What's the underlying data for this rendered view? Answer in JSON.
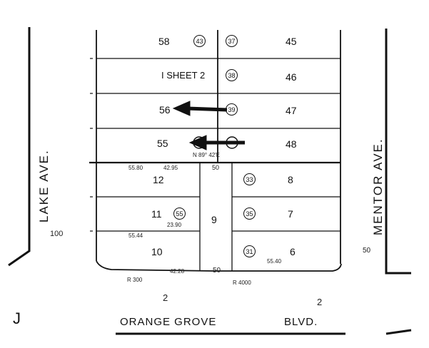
{
  "streets": {
    "lake_ave": "LAKE AVE.",
    "mentor_ave": "MENTOR AVE.",
    "orange_grove_blvd": "ORANGE GROVE",
    "orange_grove_suffix": "BLVD."
  },
  "sheet_note": "I SHEET 2",
  "lots_west": [
    {
      "lot": "58",
      "parcel": "43"
    },
    {
      "lot": "",
      "parcel": ""
    },
    {
      "lot": "56",
      "parcel": ""
    },
    {
      "lot": "55",
      "parcel": ""
    },
    {
      "lot": "12",
      "parcel": ""
    },
    {
      "lot": "11",
      "parcel": "55"
    },
    {
      "lot": "10",
      "parcel": ""
    }
  ],
  "lots_east": [
    {
      "lot": "45",
      "parcel": "37"
    },
    {
      "lot": "46",
      "parcel": "38"
    },
    {
      "lot": "47",
      "parcel": "39"
    },
    {
      "lot": "48",
      "parcel": ""
    },
    {
      "lot": "8",
      "parcel": "33"
    },
    {
      "lot": "7",
      "parcel": "35"
    },
    {
      "lot": "6",
      "parcel": "31"
    }
  ],
  "center_lot": "9",
  "edge_labels": {
    "left_100": "100",
    "right_50": "50",
    "bottom_50": "50",
    "bottom_top_50": "50",
    "bottom_2_left": "2",
    "bottom_2_right": "2"
  },
  "dimensions": {
    "d_5580": "55.80",
    "d_4295": "42.95",
    "d_5644": "55.44",
    "d_4228": "42.28",
    "d_5540": "55.40",
    "d_2390": "23.90",
    "d_n89": "N 89° 42'E",
    "d_r300": "R 300",
    "d_r4000": "R 4000"
  },
  "legend_text": {
    "letter_j": "J"
  }
}
